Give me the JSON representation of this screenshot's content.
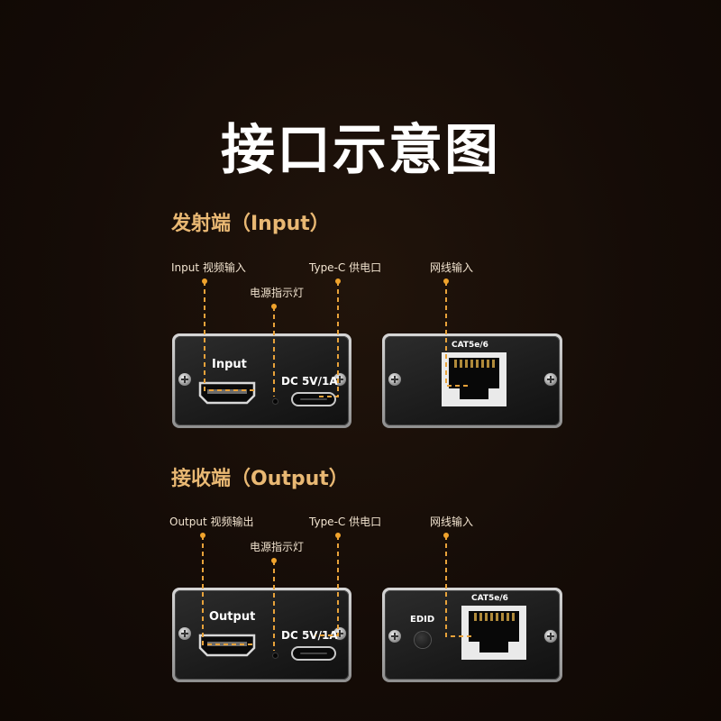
{
  "title": "接口示意图",
  "colors": {
    "accent": "#e9b873",
    "dashed": "#e8a23a",
    "background": "#140b06"
  },
  "sections": [
    {
      "id": "transmitter",
      "title": "发射端（Input）",
      "callouts": {
        "video": "Input 视频输入",
        "power_led": "电源指示灯",
        "typec": "Type-C 供电口",
        "network": "网线输入"
      },
      "left_panel": {
        "port_label": "Input",
        "dc_label": "DC 5V/1A"
      },
      "right_panel": {
        "cat_label": "CAT5e/6"
      }
    },
    {
      "id": "receiver",
      "title": "接收端（Output）",
      "callouts": {
        "video": "Output 视频输出",
        "power_led": "电源指示灯",
        "typec": "Type-C 供电口",
        "network": "网线输入"
      },
      "left_panel": {
        "port_label": "Output",
        "dc_label": "DC 5V/1A"
      },
      "right_panel": {
        "cat_label": "CAT5e/6",
        "edid_label": "EDID"
      }
    }
  ],
  "icons": [
    "hdmi-port-icon",
    "usb-c-port-icon",
    "rj45-port-icon",
    "screw-icon",
    "led-icon",
    "edid-button-icon"
  ]
}
